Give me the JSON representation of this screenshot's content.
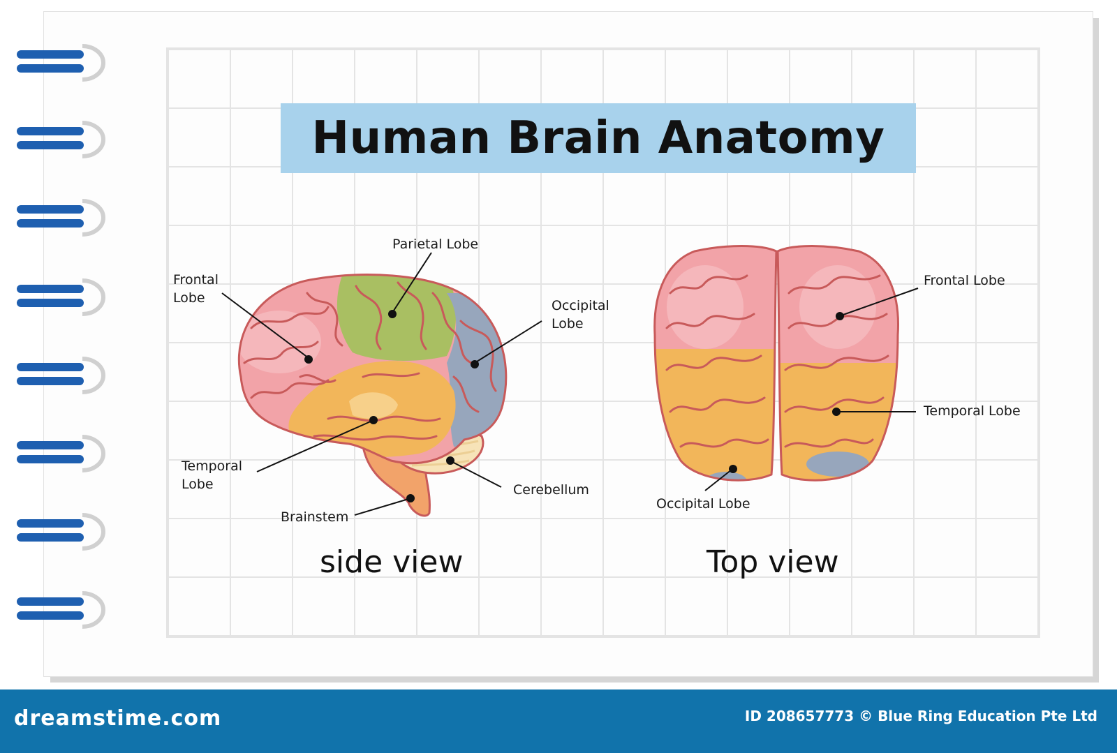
{
  "title": "Human Brain Anatomy",
  "side_view": {
    "caption": "side view",
    "labels": {
      "parietal": "Parietal Lobe",
      "frontal_line1": "Frontal",
      "frontal_line2": "Lobe",
      "occipital_line1": "Occipital",
      "occipital_line2": "Lobe",
      "temporal_line1": "Temporal",
      "temporal_line2": "Lobe",
      "cerebellum": "Cerebellum",
      "brainstem": "Brainstem"
    }
  },
  "top_view": {
    "caption": "Top view",
    "labels": {
      "frontal": "Frontal Lobe",
      "temporal": "Temporal Lobe",
      "occipital": "Occipital Lobe"
    }
  },
  "footer": {
    "brand": "dreamstime.com",
    "credit": "ID 208657773 © Blue Ring Education Pte Ltd"
  },
  "colors": {
    "frontal": "#f2a3a8",
    "parietal": "#a9bf62",
    "occipital": "#97a6bc",
    "temporal": "#f2b65a",
    "cerebellum": "#f7e3b8",
    "brainstem": "#f2a36a",
    "sulci": "#c85a5a",
    "title_box": "#a8d2ec",
    "footer": "#1173ab",
    "ring": "#1e5fb0"
  }
}
